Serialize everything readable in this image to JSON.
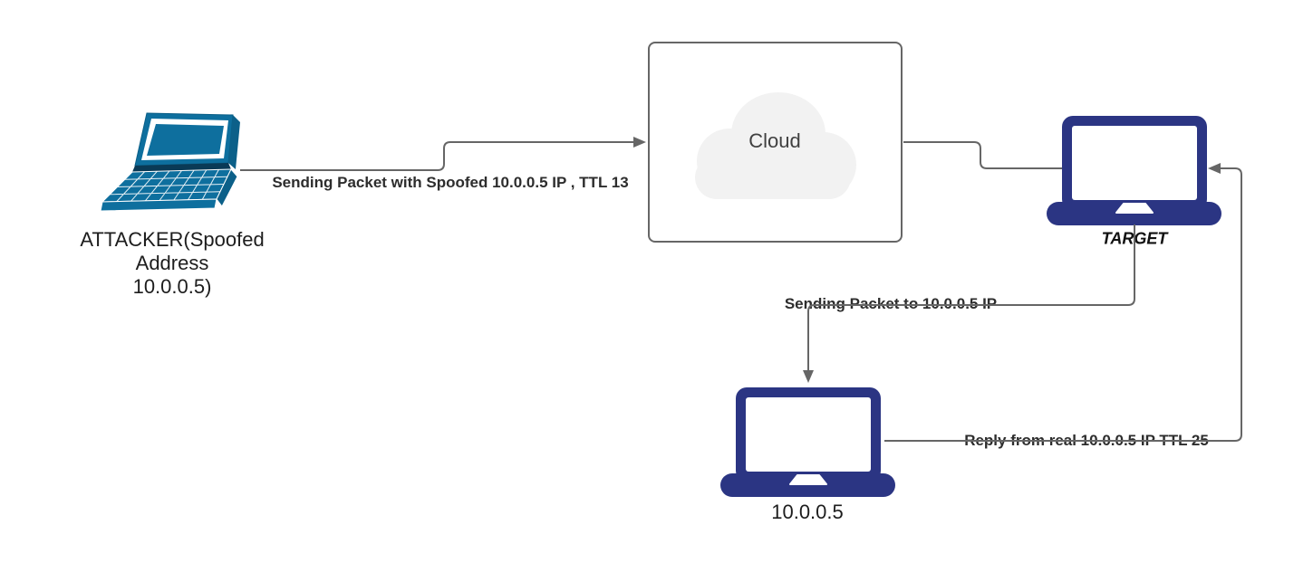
{
  "diagram_type": "network-attack-flow",
  "colors": {
    "connector_line": "#666666",
    "attacker_laptop_fill": "#0e6f9e",
    "attacker_laptop_shade": "#0c6089",
    "navy_laptop_fill": "#2b3583",
    "cloud_fill": "#f2f2f2",
    "cloud_box_border": "#666666",
    "node_label_color": "#1d1d1d",
    "edge_label_color": "#2d2d2d"
  },
  "nodes": {
    "attacker": {
      "label_line1": "ATTACKER(Spoofed",
      "label_line2": "Address",
      "label_line3": "10.0.0.5)"
    },
    "cloud": {
      "label": "Cloud"
    },
    "target": {
      "label": "TARGET"
    },
    "real_host": {
      "label": "10.0.0.5"
    }
  },
  "edges": {
    "attacker_to_cloud": {
      "label": "Sending Packet with Spoofed 10.0.0.5 IP , TTL 13"
    },
    "cloud_to_target": {
      "label": ""
    },
    "target_to_host": {
      "label": "Sending Packet to 10.0.0.5 IP"
    },
    "host_to_target": {
      "label": "Reply from real 10.0.0.5 IP TTL 25"
    }
  }
}
